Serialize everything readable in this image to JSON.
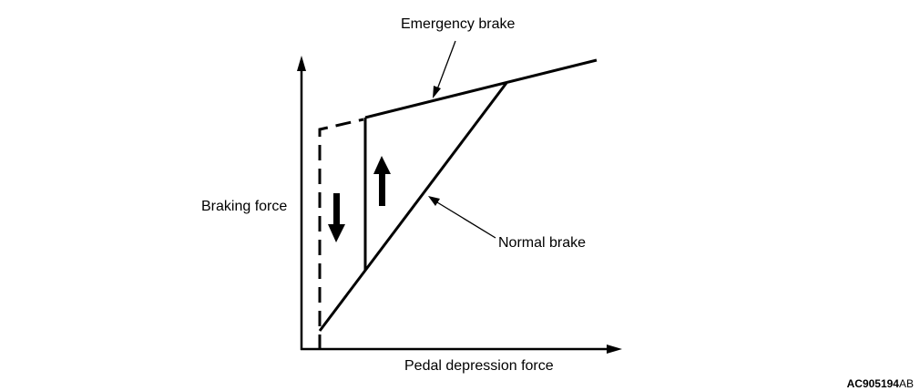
{
  "labels": {
    "emergency_brake": "Emergency brake",
    "normal_brake": "Normal brake",
    "y_axis": "Braking force",
    "x_axis": "Pedal depression force"
  },
  "figure_code": {
    "id": "AC905194",
    "suffix": "AB"
  },
  "colors": {
    "ink": "#000000",
    "background": "#ffffff"
  }
}
